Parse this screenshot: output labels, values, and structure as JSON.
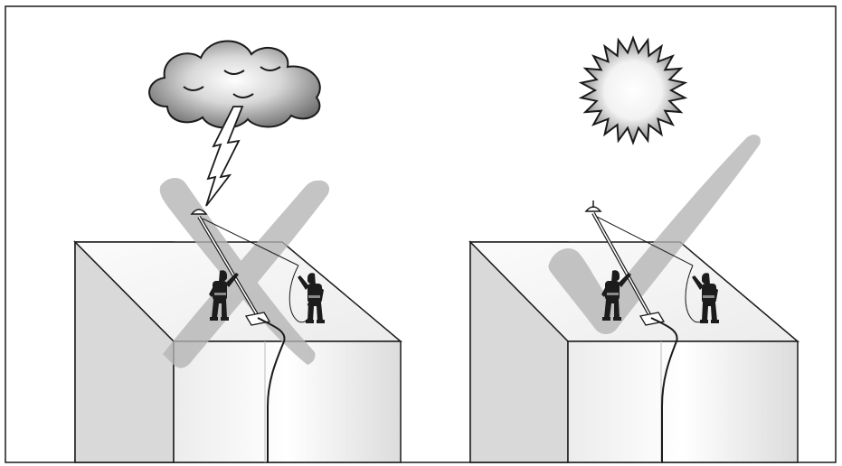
{
  "scenes": [
    {
      "id": "unsafe",
      "weather": "storm-cloud-with-lightning",
      "verdict": "cross-mark"
    },
    {
      "id": "safe",
      "weather": "sun",
      "verdict": "check-mark"
    }
  ],
  "colors": {
    "frame": "#1a1a1a",
    "verdict_mark": "#b4b4b4",
    "building_light": "#f4f4f4",
    "building_mid": "#e2e2e2",
    "building_dark": "#cfcfcf",
    "figure": "#1c1c1c",
    "cloud_dark": "#6e6e6e",
    "sun_core": "#ffffff"
  }
}
